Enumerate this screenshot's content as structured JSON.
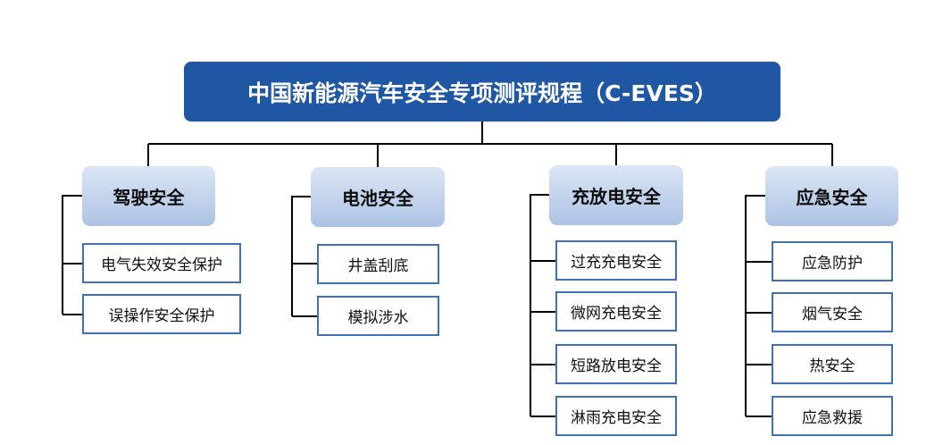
{
  "root": {
    "title": "中国新能源汽车安全专项测评规程（C-EVES）"
  },
  "categories": [
    {
      "label": "驾驶安全",
      "items": [
        "电气失效安全保护",
        "误操作安全保护"
      ]
    },
    {
      "label": "电池安全",
      "items": [
        "井盖刮底",
        "模拟涉水"
      ]
    },
    {
      "label": "充放电安全",
      "items": [
        "过充充电安全",
        "微网充电安全",
        "短路放电安全",
        "淋雨充电安全"
      ]
    },
    {
      "label": "应急安全",
      "items": [
        "应急防护",
        "烟气安全",
        "热安全",
        "应急救援"
      ]
    }
  ]
}
